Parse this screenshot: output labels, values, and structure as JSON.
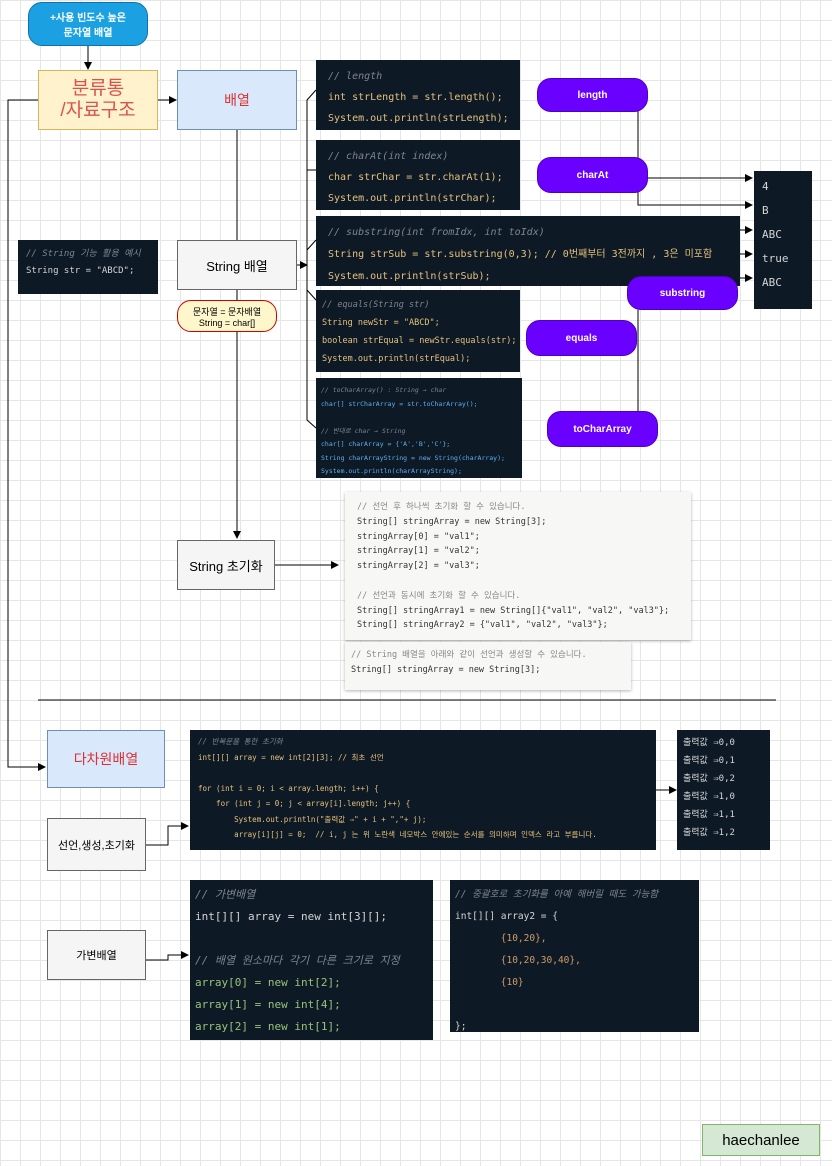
{
  "top_note": {
    "line1": "+사용 빈도수 높은",
    "line2": "문자열 배열"
  },
  "category": {
    "line1": "분류통",
    "line2": "/자료구조"
  },
  "array_node": "배열",
  "string_array_node": "String 배열",
  "string_init_node": "String 초기화",
  "string_def_note": {
    "line1": "문자열 = 문자배열",
    "line2": "String = char[]"
  },
  "multi_array_node": "다차원배열",
  "declare_node": "선언,생성,초기화",
  "var_array_node": "가변배열",
  "watermark": "haechanlee",
  "method_pills": [
    "length",
    "charAt",
    "substring",
    "equals",
    "toCharArray"
  ],
  "string_example": {
    "comment": "// String 기능 활용 예시",
    "code": "String str = \"ABCD\";"
  },
  "code_length": [
    "// length",
    "int strLength = str.length();",
    "System.out.println(strLength);"
  ],
  "code_charat": [
    "// charAt(int index)",
    "char strChar = str.charAt(1);",
    "System.out.println(strChar);"
  ],
  "code_substring": [
    "// substring(int fromIdx, int toIdx)",
    "String strSub = str.substring(0,3); // 0번째부터 3전까지 , 3은 미포함",
    "System.out.println(strSub);"
  ],
  "code_equals": [
    "// equals(String str)",
    "String newStr = \"ABCD\";",
    "boolean strEqual = newStr.equals(str);",
    "System.out.println(strEqual);"
  ],
  "code_tochar": [
    "// toCharArray() : String → char",
    "char[] strCharArray = str.toCharArray();",
    "",
    "// 반대로 char → String",
    "char[] charArray = {'A','B','C'};",
    "String charArrayString = new String(charArray);",
    "System.out.println(charArrayString);"
  ],
  "output_values": [
    "4",
    "B",
    "ABC",
    "true",
    "ABC"
  ],
  "string_init_code": [
    "// 선언 후 하나씩 초기화 할 수 있습니다.",
    "String[] stringArray = new String[3];",
    "stringArray[0] = \"val1\";",
    "stringArray[1] = \"val2\";",
    "stringArray[2] = \"val3\";",
    "",
    "// 선언과 동시에 초기화 할 수 있습니다.",
    "String[] stringArray1 = new String[]{\"val1\", \"val2\", \"val3\"};",
    "String[] stringArray2 = {\"val1\", \"val2\", \"val3\"};"
  ],
  "string_init_code2": [
    "// String 배열을 아래와 같이 선언과 생성할 수 있습니다.",
    "String[] stringArray = new String[3];"
  ],
  "multi_code": [
    "// 반복문을 통한 초기화",
    "int[][] array = new int[2][3]; // 최초 선언",
    "",
    "for (int i = 0; i < array.length; i++) {",
    "    for (int j = 0; j < array[i].length; j++) {",
    "        System.out.println(\"출력값 ⇒\" + i + \",\"+ j);",
    "        array[i][j] = 0;  // i, j 는 위 노란색 네모박스 안에있는 순서를 의미하며 인덱스 라고 부릅니다."
  ],
  "multi_output": [
    "출력값 ⇒0,0",
    "출력값 ⇒0,1",
    "출력값 ⇒0,2",
    "출력값 ⇒1,0",
    "출력값 ⇒1,1",
    "출력값 ⇒1,2"
  ],
  "var_code": [
    "// 가변배열",
    "int[][] array = new int[3][];",
    "",
    "// 배열 원소마다 각기 다른 크기로 지정",
    "array[0] = new int[2];",
    "array[1] = new int[4];",
    "array[2] = new int[1];"
  ],
  "var_code2": [
    "// 중괄호로 초기화를 아예 해버릴 때도 가능함",
    "int[][] array2 = {",
    "        {10,20},",
    "        {10,20,30,40},",
    "        {10}",
    "",
    "};"
  ]
}
